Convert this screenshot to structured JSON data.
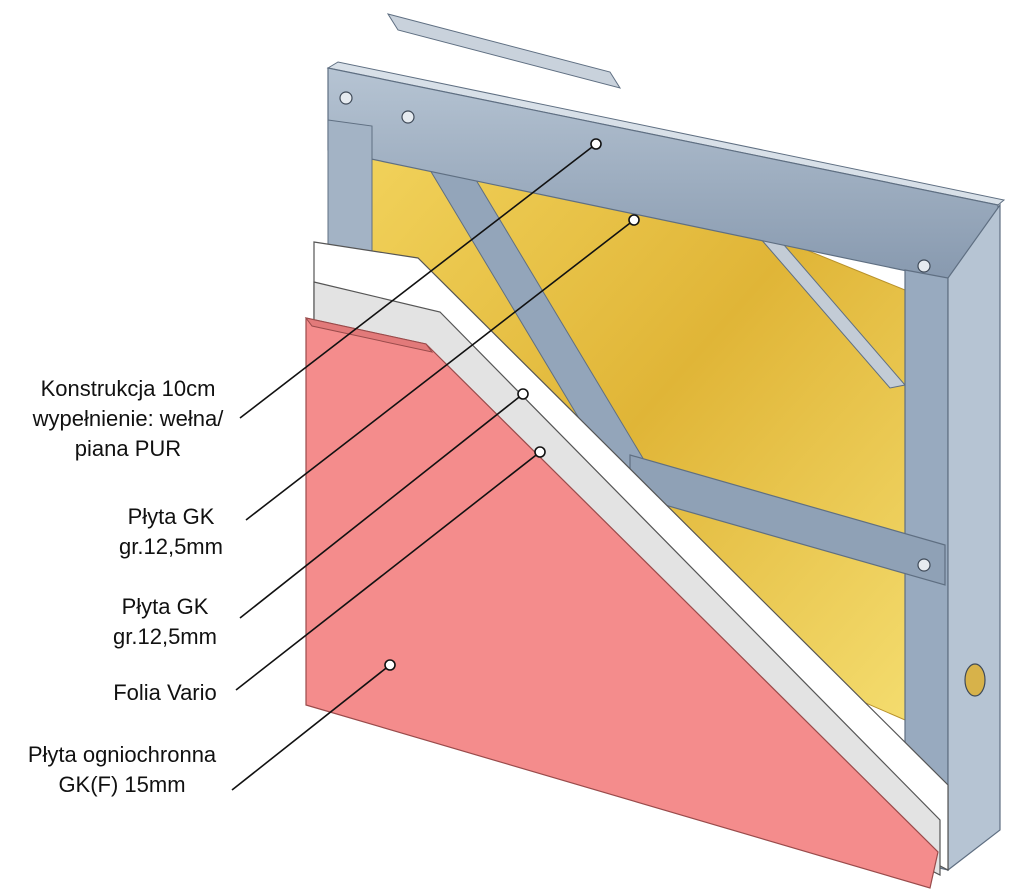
{
  "colors": {
    "steel": "#8ea0b5",
    "steel_light": "#b4c2d1",
    "steel_dark": "#6e8096",
    "wool": "#e2b93a",
    "gypsum_board": "#ffffff",
    "foil": "#d9d9d9",
    "fire_board": "#f28c8c",
    "leader_line": "#111111"
  },
  "labels": {
    "construction": {
      "line1": "Konstrukcja 10cm",
      "line2": "wypełnienie: wełna/",
      "line3": "piana PUR"
    },
    "board1": {
      "line1": "Płyta GK",
      "line2": "gr.12,5mm"
    },
    "board2": {
      "line1": "Płyta GK",
      "line2": "gr.12,5mm"
    },
    "foil": {
      "line1": "Folia Vario"
    },
    "fire_board": {
      "line1": "Płyta ogniochronna",
      "line2": "GK(F) 15mm"
    }
  },
  "icons": {
    "screw": "screw-icon",
    "pipe_hole": "pipe-hole-icon"
  }
}
